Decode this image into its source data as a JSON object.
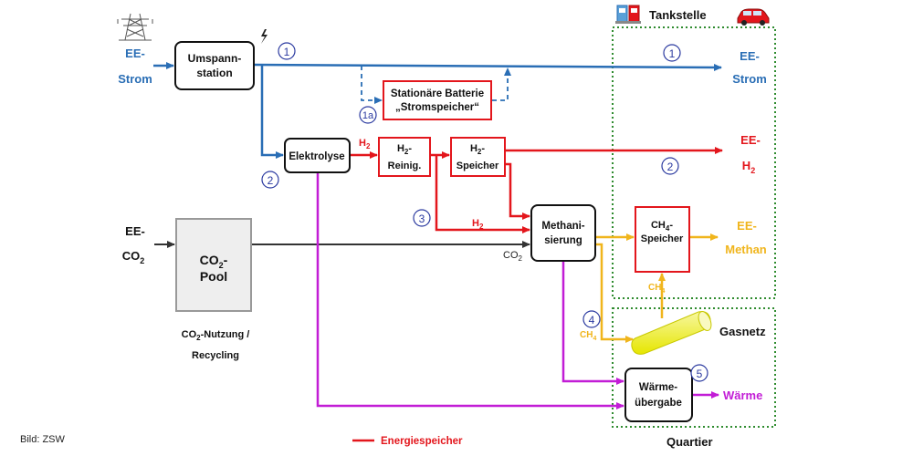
{
  "labels": {
    "ee_strom_in_1": "EE-",
    "ee_strom_in_2": "Strom",
    "umspann_1": "Umspann-",
    "umspann_2": "station",
    "tankstelle": "Tankstelle",
    "batterie_1": "Stationäre Batterie",
    "batterie_2": "„Stromspeicher“",
    "elektrolyse": "Elektrolyse",
    "h2_label_a": "H",
    "h2_sub": "2",
    "h2_reinig_1a": "H",
    "h2_reinig_1b": "-",
    "h2_reinig_2": "Reinig.",
    "h2_speicher_1a": "H",
    "h2_speicher_1b": "-",
    "h2_speicher_2": "Speicher",
    "ee_strom_out_1": "EE-",
    "ee_strom_out_2": "Strom",
    "ee_h2_1": "EE-",
    "ee_h2_2": "H",
    "ee_co2_1": "EE-",
    "ee_co2_2": "CO",
    "co2_pool_1": "CO",
    "co2_pool_1b": "-",
    "co2_pool_2": "Pool",
    "co2_nutzung_1": "CO",
    "co2_nutzung_1b": "-Nutzung /",
    "co2_nutzung_2": "Recycling",
    "methan_1": "Methani-",
    "methan_2": "sierung",
    "co2_small": "CO",
    "ch4_speicher_1": "CH",
    "ch4_speicher_1b": "-",
    "ch4_speicher_2": "Speicher",
    "ee_methan_1": "EE-",
    "ee_methan_2": "Methan",
    "ch4_a": "CH",
    "ch4_b": "CH",
    "gasnetz": "Gasnetz",
    "waerme_1": "Wärme-",
    "waerme_2": "übergabe",
    "waerme_out": "Wärme",
    "quartier": "Quartier",
    "energiespeicher": "Energiespeicher",
    "bild": "Bild: ZSW"
  },
  "numbers": {
    "n1_a": "1",
    "n1_b": "1",
    "n1a": "1a",
    "n2_a": "2",
    "n2_b": "2",
    "n3": "3",
    "n4": "4",
    "n5": "5"
  },
  "colors": {
    "strom": "#2a6eb5",
    "wasserstoff": "#e3161c",
    "methan": "#f0b51c",
    "waerme": "#c21dd6",
    "co2": "#111111",
    "region_border": "#2e8b2e"
  },
  "icons": [
    "power-pylon-icon",
    "lightning-icon",
    "fuel-pump-icon",
    "car-icon",
    "gas-pipe-icon"
  ]
}
